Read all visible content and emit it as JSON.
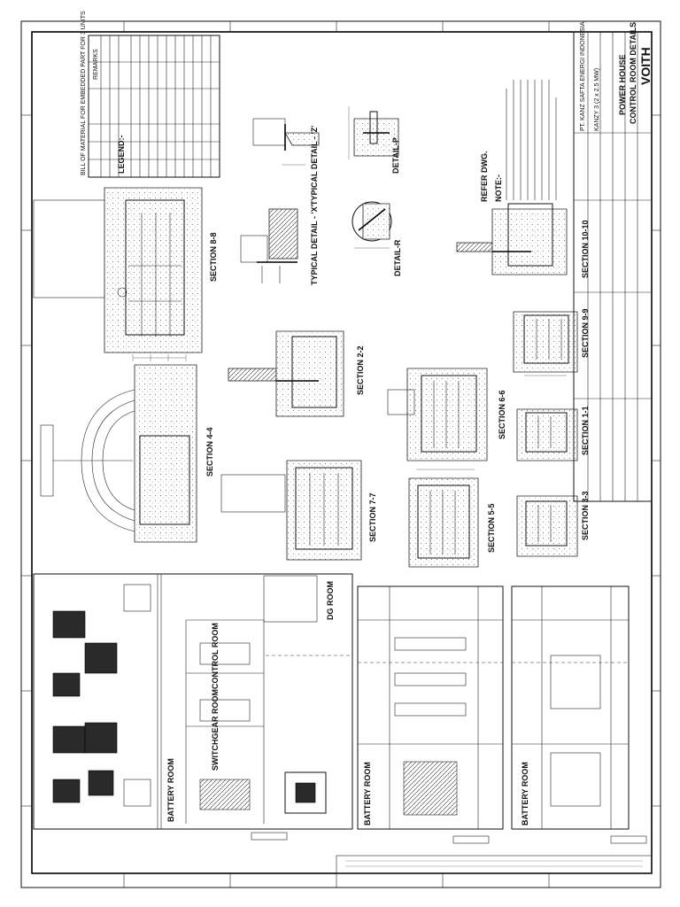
{
  "drawing": {
    "title_lines": [
      "POWER HOUSE",
      "CONTROL ROOM DETAILS"
    ],
    "project": "KANZY 3 (2 x 2.5 MW)",
    "company": "PT. KANZ SAFTA ENERGI INDONESIA",
    "logo": "VOITH"
  },
  "headings": {
    "bom_title": "BILL OF MATERIAL FOR EMBEDDED PART FOR 3 UNITS",
    "legend": "LEGEND:-",
    "refer_dwg": "REFER DWG.",
    "notes": "NOTE:-",
    "remarks": "REMARKS"
  },
  "views": {
    "section_8_8": "SECTION 8-8",
    "section_4_4": "SECTION 4-4",
    "section_2_2": "SECTION 2-2",
    "section_7_7": "SECTION 7-7",
    "section_6_6": "SECTION 6-6",
    "section_5_5": "SECTION 5-5",
    "section_10_10": "SECTION 10-10",
    "section_9_9": "SECTION 9-9",
    "section_1_1": "SECTION 1-1",
    "section_3_3": "SECTION 3-3",
    "typical_detail_z": "TYPICAL DETAIL - 'Z'",
    "typical_detail_x": "TYPICAL DETAIL - 'X'",
    "detail_r": "DETAIL-R",
    "detail_p": "DETAIL-P"
  },
  "rooms": {
    "control_room": "CONTROL ROOM",
    "switchgear_room": "SWITCHGEAR ROOM",
    "dg_room": "DG ROOM",
    "battery_room": "BATTERY ROOM"
  },
  "title_block": {
    "rows": 6,
    "cols": 3
  }
}
